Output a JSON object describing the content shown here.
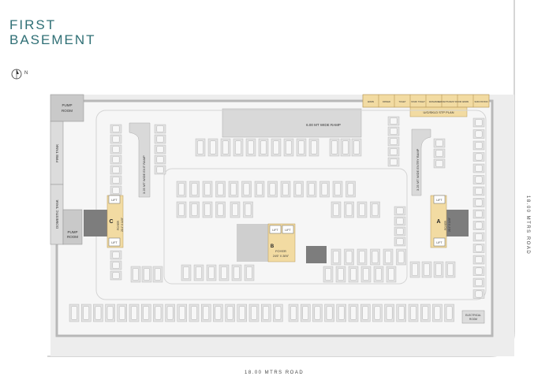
{
  "title": {
    "line1": "FIRST",
    "line2": "BASEMENT"
  },
  "compass": {
    "label": "N",
    "icon": "north-compass-icon"
  },
  "roads": {
    "right": "18.00  MTRS  ROAD",
    "bottom": "18.00  MTRS  ROAD"
  },
  "rooms": {
    "pump_room_top": [
      "PUMP",
      "ROOM"
    ],
    "pump_room_bottom": [
      "PUMP",
      "ROOM"
    ],
    "fire_tank": "FIRE TANK",
    "domestic_tank": "DOMESTIC TANK",
    "exit_ramp": "3.25 MT WIDE EXIT RAMP",
    "entry_ramp": "3.25 MT WIDE ENTRY RAMP",
    "ramp_600": "6.00 MT WIDE RAMP",
    "stp_plan": "U/G/SKLD STP PLAN",
    "lift": "LIFT",
    "foyer_b": [
      "B",
      "FOYER",
      "24'6\" X 28'6\""
    ],
    "foyer_a": [
      "A",
      "FOYER",
      "21'4\" X 14'8\""
    ],
    "foyer_c": [
      "C",
      "FOYER",
      "21'4\" X 14'8\""
    ],
    "bottom_right_room": [
      "ELECTRICAL",
      "ROOM"
    ]
  },
  "top_strip_labels": [
    "ADMIN",
    "DRIVER",
    "TOILET",
    "STAFF TOILET",
    "WASHING",
    "SERVANTS REST ROOM",
    "ADMIN",
    "SUB-STATION"
  ],
  "colors": {
    "accent": "#2f6f75",
    "floor": "#eeeeee",
    "wall": "#bdbdbd",
    "core": "#cfcfcf",
    "lobby": "#f2dba2",
    "stair": "#7d7d7d"
  }
}
